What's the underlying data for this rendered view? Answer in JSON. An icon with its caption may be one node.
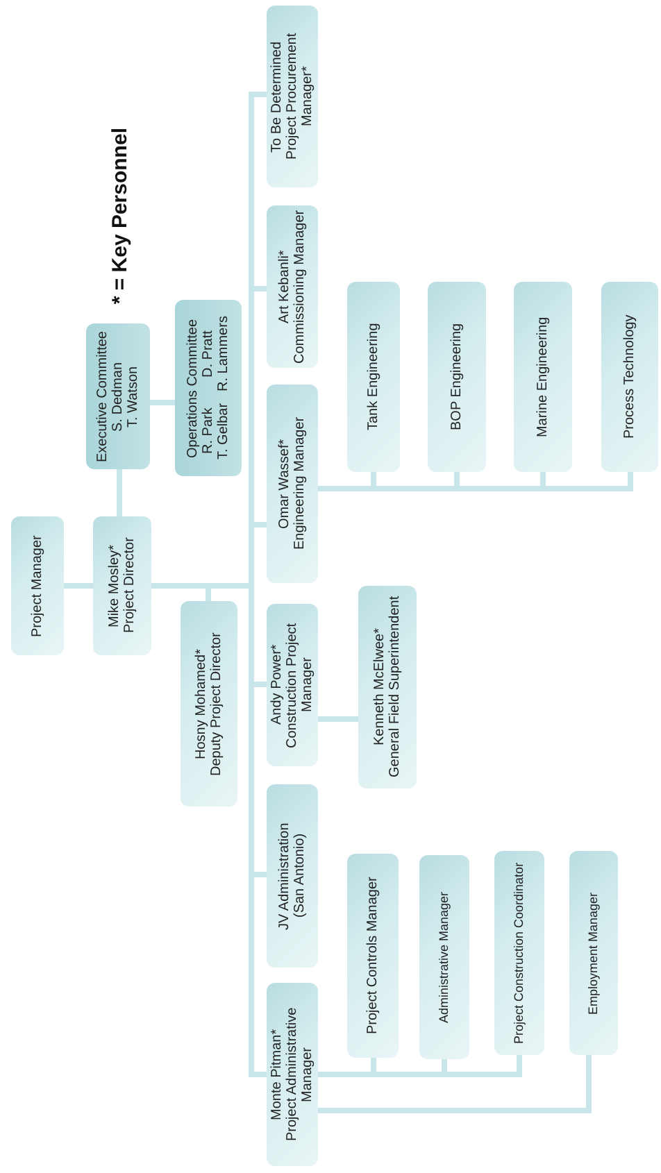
{
  "diagram": {
    "nodes": [
      {
        "text": [
          "Project Manager"
        ]
      },
      {
        "text": [
          "Mike Mosley*",
          "Project Director"
        ]
      },
      {
        "text": [
          "Executive Committee",
          "S. Dedman",
          "T. Watson"
        ]
      },
      {
        "text": [
          "Operations Committee",
          "R. Park",
          "D. Pratt",
          "T. Gelbar",
          "R. Lammers"
        ]
      },
      {
        "text": [
          "Hosny Mohamed*",
          "Deputy Project Director"
        ]
      },
      {
        "text": [
          "To Be Determined",
          "Project Procurement Manager*"
        ]
      },
      {
        "text": [
          "Art Kebanli*",
          "Commissioning Manager"
        ]
      },
      {
        "text": [
          "Omar Wassef*",
          "Engineering Manager"
        ]
      },
      {
        "text": [
          "Tank Engineering"
        ]
      },
      {
        "text": [
          "BOP Engineering"
        ]
      },
      {
        "text": [
          "Marine Engineering"
        ]
      },
      {
        "text": [
          "Process Technology"
        ]
      },
      {
        "text": [
          "Andy Power*",
          "Construction Project Manager"
        ]
      },
      {
        "text": [
          "Kenneth McElwee*",
          "General Field Superintendent"
        ]
      },
      {
        "text": [
          "JV Administration",
          "(San Antonio)"
        ]
      },
      {
        "text": [
          "Monte Pitman*",
          "Project Administrative Manager"
        ]
      },
      {
        "text": [
          "Project Controls Manager"
        ]
      },
      {
        "text": [
          "Administrative Manager"
        ]
      },
      {
        "text": [
          "Project Construction Coordinator"
        ]
      },
      {
        "text": [
          "Employment Manager"
        ]
      }
    ],
    "edges": [
      {
        "from": 0,
        "to": 1,
        "arrow": "none"
      },
      {
        "from": 1,
        "to": 2,
        "arrow": "none"
      },
      {
        "from": 2,
        "to": 3,
        "arrow": "none"
      },
      {
        "from": 1,
        "to": 4,
        "arrow": "none"
      },
      {
        "from": 1,
        "to": 5,
        "arrow": "none"
      },
      {
        "from": 1,
        "to": 6,
        "arrow": "none"
      },
      {
        "from": 1,
        "to": 7,
        "arrow": "none"
      },
      {
        "from": 1,
        "to": 12,
        "arrow": "none"
      },
      {
        "from": 1,
        "to": 14,
        "arrow": "none"
      },
      {
        "from": 1,
        "to": 15,
        "arrow": "none"
      },
      {
        "from": 7,
        "to": 8,
        "arrow": "none"
      },
      {
        "from": 7,
        "to": 9,
        "arrow": "none"
      },
      {
        "from": 7,
        "to": 10,
        "arrow": "none"
      },
      {
        "from": 7,
        "to": 11,
        "arrow": "none"
      },
      {
        "from": 12,
        "to": 13,
        "arrow": "none"
      },
      {
        "from": 15,
        "to": 16,
        "arrow": "none"
      },
      {
        "from": 15,
        "to": 17,
        "arrow": "none"
      },
      {
        "from": 15,
        "to": 18,
        "arrow": "none"
      },
      {
        "from": 15,
        "to": 19,
        "arrow": "none"
      }
    ],
    "labels": [
      "* = Key Personnel"
    ]
  }
}
